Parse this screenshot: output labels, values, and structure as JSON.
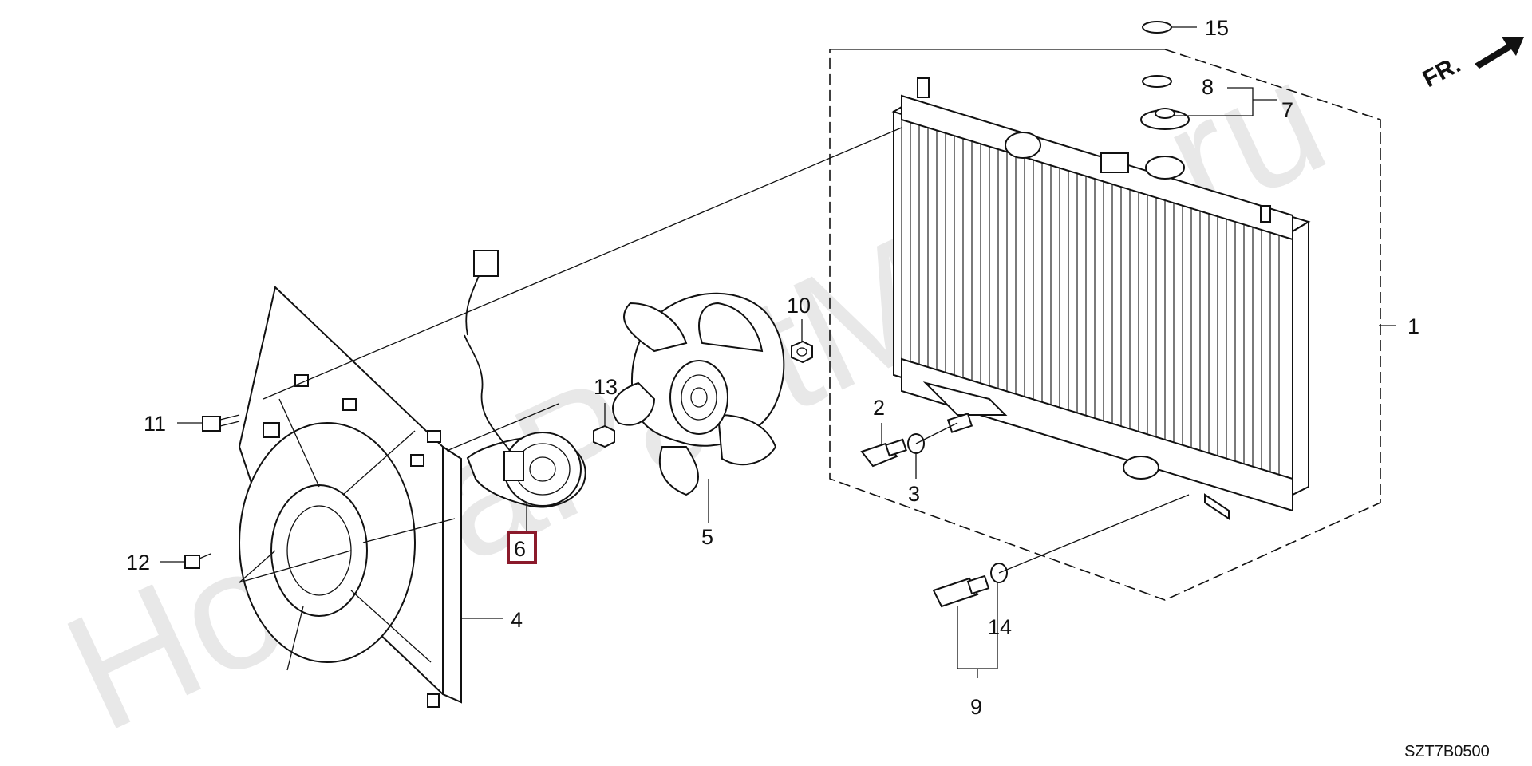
{
  "diagram": {
    "code": "SZT7B0500",
    "direction_label": "FR.",
    "watermark": "HondaPartMine.ru",
    "callouts": {
      "c1": "1",
      "c2": "2",
      "c3": "3",
      "c4": "4",
      "c5": "5",
      "c6": "6",
      "c7": "7",
      "c8": "8",
      "c9": "9",
      "c10": "10",
      "c11": "11",
      "c12": "12",
      "c13": "13",
      "c14": "14",
      "c15": "15"
    },
    "highlight_color": "#8b1a2b"
  }
}
